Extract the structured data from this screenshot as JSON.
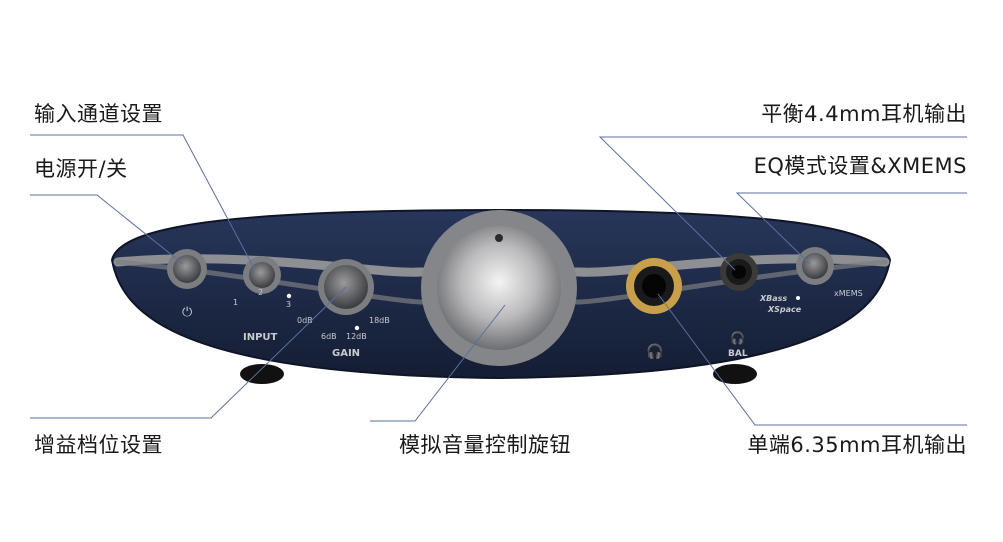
{
  "callouts": {
    "input_channel": "输入通道设置",
    "power_switch": "电源开/关",
    "gain_setting": "增益档位设置",
    "volume_knob": "模拟音量控制旋钮",
    "balanced_out": "平衡4.4mm耳机输出",
    "eq_mode": "EQ模式设置&XMEMS",
    "single_ended_out": "单端6.35mm耳机输出"
  },
  "device": {
    "input_label": "INPUT",
    "input_1": "1",
    "input_2": "2",
    "input_3": "3",
    "gain_label": "GAIN",
    "gain_0": "0dB",
    "gain_6": "6dB",
    "gain_12": "12dB",
    "gain_18": "18dB",
    "xbass": "XBass",
    "xspace": "XSpace",
    "xmems": "xMEMS",
    "bal_label": "BAL"
  },
  "colors": {
    "body": "#1d2a44",
    "trim": "#8e8f93",
    "jack_ring": "#c9a04a",
    "leader": "#5b6fa0"
  }
}
